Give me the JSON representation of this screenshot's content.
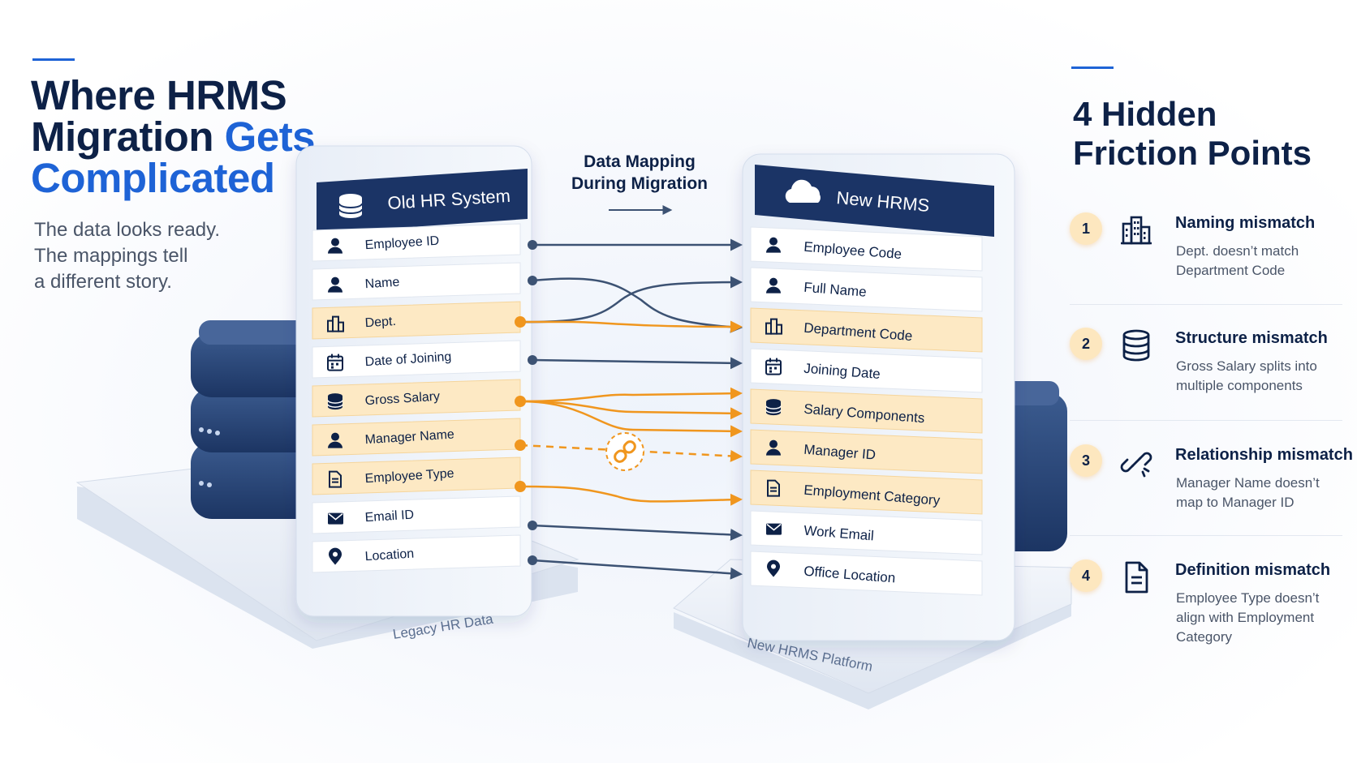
{
  "hero": {
    "title_line1": "Where HRMS",
    "title_line2a": "Migration ",
    "title_line2b": "Gets",
    "title_line3": "Complicated",
    "subtitle": [
      "The data looks ready.",
      "The mappings tell",
      "a different story."
    ]
  },
  "center_label": {
    "line1": "Data Mapping",
    "line2": "During Migration"
  },
  "old_system": {
    "title": "Old HR System",
    "icon": "database-icon",
    "base_label": "Legacy HR Data",
    "rows": [
      {
        "label": "Employee ID",
        "icon": "person-icon",
        "highlight": false
      },
      {
        "label": "Name",
        "icon": "person-icon",
        "highlight": false
      },
      {
        "label": "Dept.",
        "icon": "building-icon",
        "highlight": true
      },
      {
        "label": "Date of Joining",
        "icon": "calendar-icon",
        "highlight": false
      },
      {
        "label": "Gross Salary",
        "icon": "database-icon",
        "highlight": true
      },
      {
        "label": "Manager Name",
        "icon": "person-icon",
        "highlight": true
      },
      {
        "label": "Employee Type",
        "icon": "document-icon",
        "highlight": true
      },
      {
        "label": "Email ID",
        "icon": "mail-icon",
        "highlight": false
      },
      {
        "label": "Location",
        "icon": "location-pin-icon",
        "highlight": false
      }
    ]
  },
  "new_system": {
    "title": "New HRMS",
    "icon": "cloud-icon",
    "base_label": "New HRMS Platform",
    "rows": [
      {
        "label": "Employee Code",
        "icon": "person-icon",
        "highlight": false
      },
      {
        "label": "Full Name",
        "icon": "person-icon",
        "highlight": false
      },
      {
        "label": "Department Code",
        "icon": "building-icon",
        "highlight": true
      },
      {
        "label": "Joining Date",
        "icon": "calendar-icon",
        "highlight": false
      },
      {
        "label": "Salary Components",
        "icon": "database-icon",
        "highlight": true
      },
      {
        "label": "Manager ID",
        "icon": "person-icon",
        "highlight": true
      },
      {
        "label": "Employment Category",
        "icon": "document-icon",
        "highlight": true
      },
      {
        "label": "Work Email",
        "icon": "mail-icon",
        "highlight": false
      },
      {
        "label": "Office Location",
        "icon": "location-pin-icon",
        "highlight": false
      }
    ]
  },
  "friction": {
    "title_line1": "4 Hidden",
    "title_line2": "Friction Points",
    "items": [
      {
        "number": "1",
        "icon": "building-icon",
        "heading": "Naming mismatch",
        "desc": "Dept. doesn’t match Department Code"
      },
      {
        "number": "2",
        "icon": "database-icon",
        "heading": "Structure  mismatch",
        "desc": "Gross Salary splits into multiple components"
      },
      {
        "number": "3",
        "icon": "link-icon",
        "heading": "Relationship mismatch",
        "desc": "Manager Name doesn’t map to Manager ID"
      },
      {
        "number": "4",
        "icon": "document-icon",
        "heading": "Definition mismatch",
        "desc": "Employee Type doesn’t align with Employment Category"
      }
    ]
  },
  "colors": {
    "navy": "#0d2147",
    "blue": "#1e63d6",
    "orange": "#f0961e",
    "highlight": "#fde9c4",
    "line": "#3c5273"
  }
}
